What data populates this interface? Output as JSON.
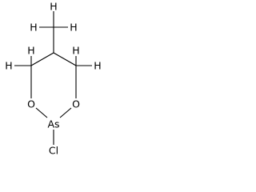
{
  "molecule": {
    "atom_labels": {
      "methyl_h_top": "H",
      "methyl_h_left": "H",
      "methyl_h_right": "H",
      "c4_h_top": "H",
      "c4_h_left": "H",
      "c6_h_top": "H",
      "c6_h_right": "H",
      "o1": "O",
      "o3": "O",
      "arsenic": "As",
      "chlorine": "Cl"
    }
  }
}
